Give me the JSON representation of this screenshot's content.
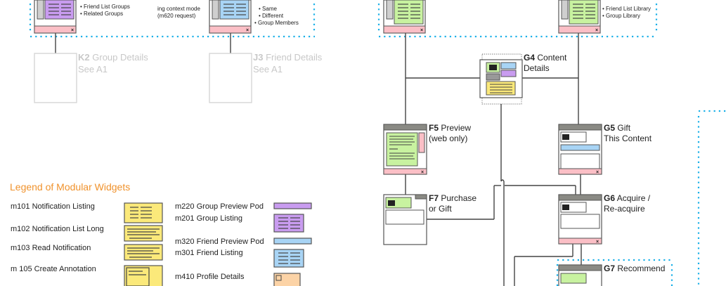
{
  "top_notes": {
    "group_bullets": [
      "Friend List Groups",
      "Related Groups"
    ],
    "context_mode": [
      "ing context mode",
      "(m620 request)"
    ],
    "friend_bullets": [
      "Same",
      "Different"
    ],
    "friend_bullet_extra": "Group Members",
    "library_bullets": [
      "Friend List Library",
      "Group Library"
    ]
  },
  "nodes": {
    "k2": {
      "code": "K2",
      "title": "Group Details",
      "sub": "See A1"
    },
    "j3": {
      "code": "J3",
      "title": "Friend Details",
      "sub": "See A1"
    },
    "g4": {
      "code": "G4",
      "title": "Content",
      "sub": "Details"
    },
    "f5": {
      "code": "F5",
      "title": "Preview",
      "sub": "(web only)"
    },
    "g5": {
      "code": "G5",
      "title": "Gift",
      "sub": "This Content"
    },
    "f7": {
      "code": "F7",
      "title": "Purchase",
      "sub": "or Gift"
    },
    "g6": {
      "code": "G6",
      "title": "Acquire /",
      "sub": "Re-acquire"
    },
    "g7": {
      "code": "G7",
      "title": "Recommend",
      "sub": ""
    }
  },
  "legend": {
    "title": "Legend of Modular Widgets",
    "left": [
      {
        "code": "m101",
        "label": "Notification Listing"
      },
      {
        "code": "m102",
        "label": "Notification List Long"
      },
      {
        "code": "m103",
        "label": "Read Notification"
      },
      {
        "code": "m 105",
        "label": "Create Annotation"
      }
    ],
    "right": [
      {
        "code": "m220",
        "label": "Group Preview Pod"
      },
      {
        "code": "m201",
        "label": "Group Listing"
      },
      {
        "code": "m320",
        "label": "Friend Preview Pod"
      },
      {
        "code": "m301",
        "label": "Friend Listing"
      },
      {
        "code": "m410",
        "label": "Profile Details"
      }
    ]
  },
  "colors": {
    "yellow": "#fbe97a",
    "purple": "#c99cf0",
    "blue": "#a8d4f5",
    "green": "#c8f2a0",
    "pink": "#fbbfc6",
    "titlebar": "#8a8a84",
    "dotted_border": "#1ab0e8",
    "legend_title": "#f0922c",
    "peach": "#fcd3a6"
  }
}
